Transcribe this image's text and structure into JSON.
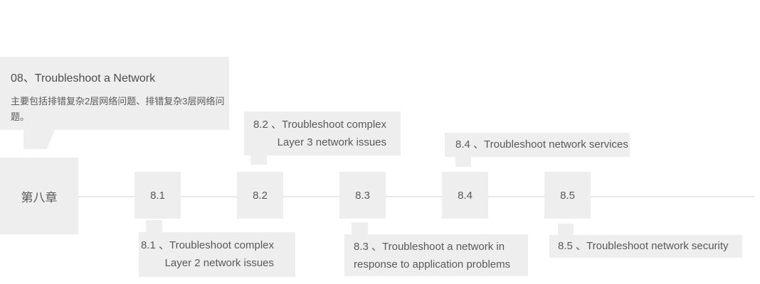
{
  "colors": {
    "box_bg": "#eeeeee",
    "timeline_line": "#e9e9e9",
    "text": "#595959",
    "title_text": "#4d4d4d"
  },
  "chapter": {
    "node_label": "第八章",
    "tooltip": {
      "title": "08、Troubleshoot a Network",
      "description_lines": [
        "主要包括排错复杂2层网络问题、排错复杂3层网络问",
        "题。"
      ]
    }
  },
  "sections": [
    {
      "node_label": "8.1",
      "callout_position": "below",
      "callout_lines": [
        "8.1 、Troubleshoot complex",
        "Layer 2 network issues"
      ]
    },
    {
      "node_label": "8.2",
      "callout_position": "above",
      "callout_lines": [
        "8.2 、Troubleshoot complex",
        "Layer 3 network issues"
      ]
    },
    {
      "node_label": "8.3",
      "callout_position": "below",
      "callout_lines": [
        "8.3 、Troubleshoot a network in",
        "response to application problems"
      ]
    },
    {
      "node_label": "8.4",
      "callout_position": "above",
      "callout_lines": [
        "8.4 、Troubleshoot network services"
      ]
    },
    {
      "node_label": "8.5",
      "callout_position": "below",
      "callout_lines": [
        "8.5 、Troubleshoot network security"
      ]
    }
  ]
}
